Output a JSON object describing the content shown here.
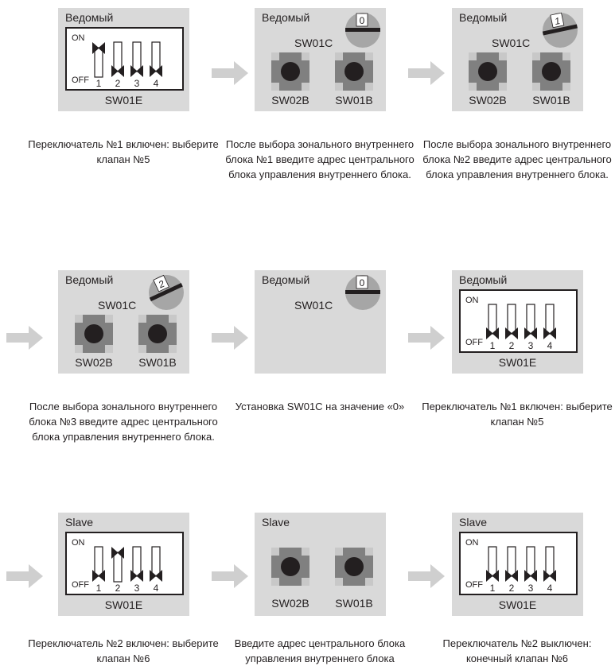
{
  "panels": [
    {
      "title": "Ведомый",
      "kind": "dip",
      "switch_label": "SW01E",
      "on_label": "ON",
      "off_label": "OFF",
      "numbers": [
        "1",
        "2",
        "3",
        "4"
      ],
      "switch_states": [
        "on",
        "off",
        "off",
        "off"
      ],
      "caption": "Переключатель №1 включен: выберите клапан №5"
    },
    {
      "title": "Ведомый",
      "kind": "rotary-buttons",
      "rotary_label": "SW01C",
      "rotary_value": "0",
      "button_labels": [
        "SW02B",
        "SW01B"
      ],
      "caption": "После выбора зонального внутреннего блока №1 введите адрес центрального блока управления внутреннего блока."
    },
    {
      "title": "Ведомый",
      "kind": "rotary-buttons",
      "rotary_label": "SW01C",
      "rotary_value": "1",
      "button_labels": [
        "SW02B",
        "SW01B"
      ],
      "caption": "После выбора зонального внутреннего блока №2 введите адрес центрального блока управления внутреннего блока."
    },
    {
      "title": "Ведомый",
      "kind": "rotary-buttons",
      "rotary_label": "SW01C",
      "rotary_value": "2",
      "button_labels": [
        "SW02B",
        "SW01B"
      ],
      "caption": "После выбора зонального внутреннего блока №3 введите адрес центрального блока управления внутреннего блока."
    },
    {
      "title": "Ведомый",
      "kind": "rotary",
      "rotary_label": "SW01C",
      "rotary_value": "0",
      "caption": "Установка SW01C на значение «0»"
    },
    {
      "title": "Ведомый",
      "kind": "dip",
      "switch_label": "SW01E",
      "on_label": "ON",
      "off_label": "OFF",
      "numbers": [
        "1",
        "2",
        "3",
        "4"
      ],
      "switch_states": [
        "off",
        "off",
        "off",
        "off"
      ],
      "caption": "Переключатель №1 включен: выберите клапан №5"
    },
    {
      "title": "Slave",
      "kind": "dip",
      "switch_label": "SW01E",
      "on_label": "ON",
      "off_label": "OFF",
      "numbers": [
        "1",
        "2",
        "3",
        "4"
      ],
      "switch_states": [
        "off",
        "on",
        "off",
        "off"
      ],
      "caption": "Переключатель №2 включен: выберите клапан №6"
    },
    {
      "title": "Slave",
      "kind": "buttons",
      "button_labels": [
        "SW02B",
        "SW01B"
      ],
      "caption": "Введите адрес центрального блока управления внутреннего блока"
    },
    {
      "title": "Slave",
      "kind": "dip",
      "switch_label": "SW01E",
      "on_label": "ON",
      "off_label": "OFF",
      "numbers": [
        "1",
        "2",
        "3",
        "4"
      ],
      "switch_states": [
        "off",
        "off",
        "off",
        "off"
      ],
      "caption": "Переключатель №2 выключен: конечный клапан №6"
    }
  ],
  "colors": {
    "panel": "#d9d9d9",
    "arrow": "#cfcfcf",
    "button_base": "#808080",
    "button_corner": "#c8c8c8",
    "dot": "#231f20",
    "dial": "#a6a6a6"
  }
}
